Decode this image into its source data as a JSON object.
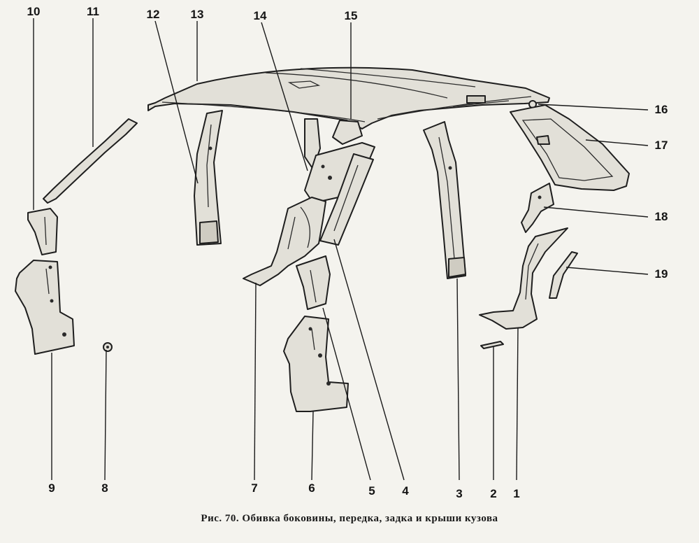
{
  "callouts": {
    "n1": "1",
    "n2": "2",
    "n3": "3",
    "n4": "4",
    "n5": "5",
    "n6": "6",
    "n7": "7",
    "n8": "8",
    "n9": "9",
    "n10": "10",
    "n11": "11",
    "n12": "12",
    "n13": "13",
    "n14": "14",
    "n15": "15",
    "n16": "16",
    "n17": "17",
    "n18": "18",
    "n19": "19"
  },
  "caption": "Рис. 70. Обивка боковины, передка, задка и крыши кузова"
}
